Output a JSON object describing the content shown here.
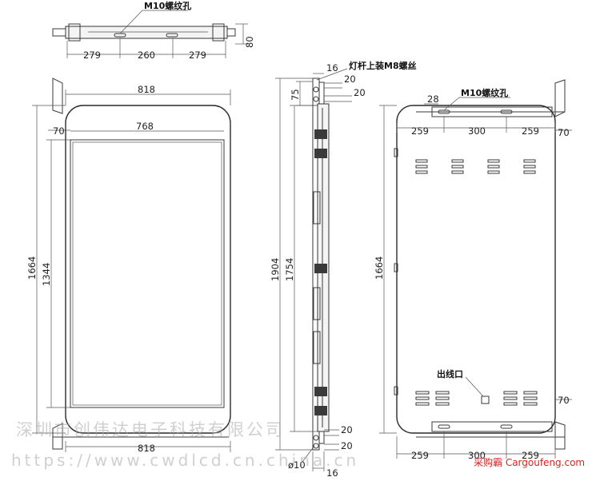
{
  "top_view": {
    "note_hole": "M10螺纹孔",
    "dims": {
      "left": "279",
      "middle": "260",
      "right": "279",
      "depth": "80"
    }
  },
  "front_view": {
    "dims": {
      "top_width": "818",
      "inner_width": "768",
      "total_height": "1664",
      "screen_height": "1344",
      "side_offset": "70",
      "bottom_width": "818"
    }
  },
  "side_view": {
    "note_screw": "灯杆上装M8螺丝",
    "dims": {
      "top_thickness": "16",
      "d1": "20",
      "d2": "20",
      "d3": "75",
      "total_height": "1904",
      "inner_height": "1754",
      "b1": "20",
      "b2": "20",
      "hole": "ø10",
      "bottom_thickness": "16"
    }
  },
  "back_view": {
    "note_hole": "M10螺纹孔",
    "note_outlet": "出线口",
    "dims": {
      "top_offset": "28",
      "left": "259",
      "middle": "300",
      "right": "259",
      "right_offset_top": "70",
      "height": "1664",
      "right_offset_bottom": "70",
      "bottom_left": "259",
      "bottom_middle": "300",
      "bottom_right": "259"
    }
  },
  "watermark": {
    "company": "深圳市创伟达电子科技有限公司",
    "url": "https://www.cwdlcd.cn.china.cn"
  },
  "brand": {
    "text": "采购霸 Cargoufeng.com",
    "color": "#e02020"
  }
}
